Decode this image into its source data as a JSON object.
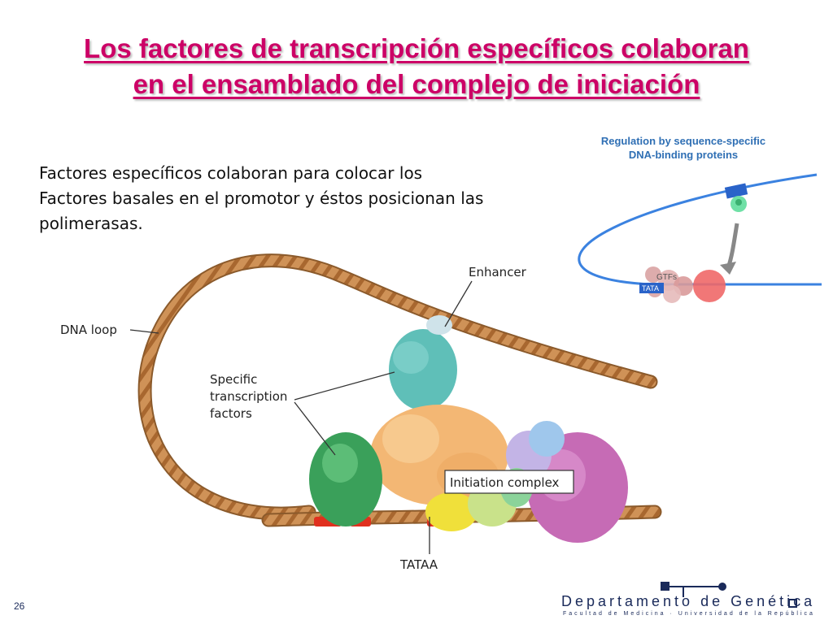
{
  "slide": {
    "title_line1": "Los factores de transcripción específicos colaboran",
    "title_line2": "en el ensamblado del complejo de iniciación",
    "body_line1": "Factores específicos colaboran para colocar los",
    "body_line2": "Factores basales en el promotor y éstos posicionan las",
    "body_line3": "polimerasas.",
    "page_number": "26"
  },
  "figure_main": {
    "label_dna_loop": "DNA loop",
    "label_enhancer": "Enhancer",
    "label_specific_1": "Specific",
    "label_specific_2": "transcription",
    "label_specific_3": "factors",
    "label_initiation": "Initiation complex",
    "label_tataa": "TATAA"
  },
  "figure_inset": {
    "title_line1": "Regulation by sequence-specific",
    "title_line2": "DNA-binding proteins",
    "label_gtfs": "GTFs",
    "label_tata": "TATA"
  },
  "footer": {
    "department": "Departamento de Genética",
    "faculty": "Facultad de Medicina · Universidad de la República"
  },
  "colors": {
    "title": "#cc0066",
    "rope": "#c98a4e",
    "inset_line": "#3b82e0",
    "footer": "#1a2a5a"
  }
}
